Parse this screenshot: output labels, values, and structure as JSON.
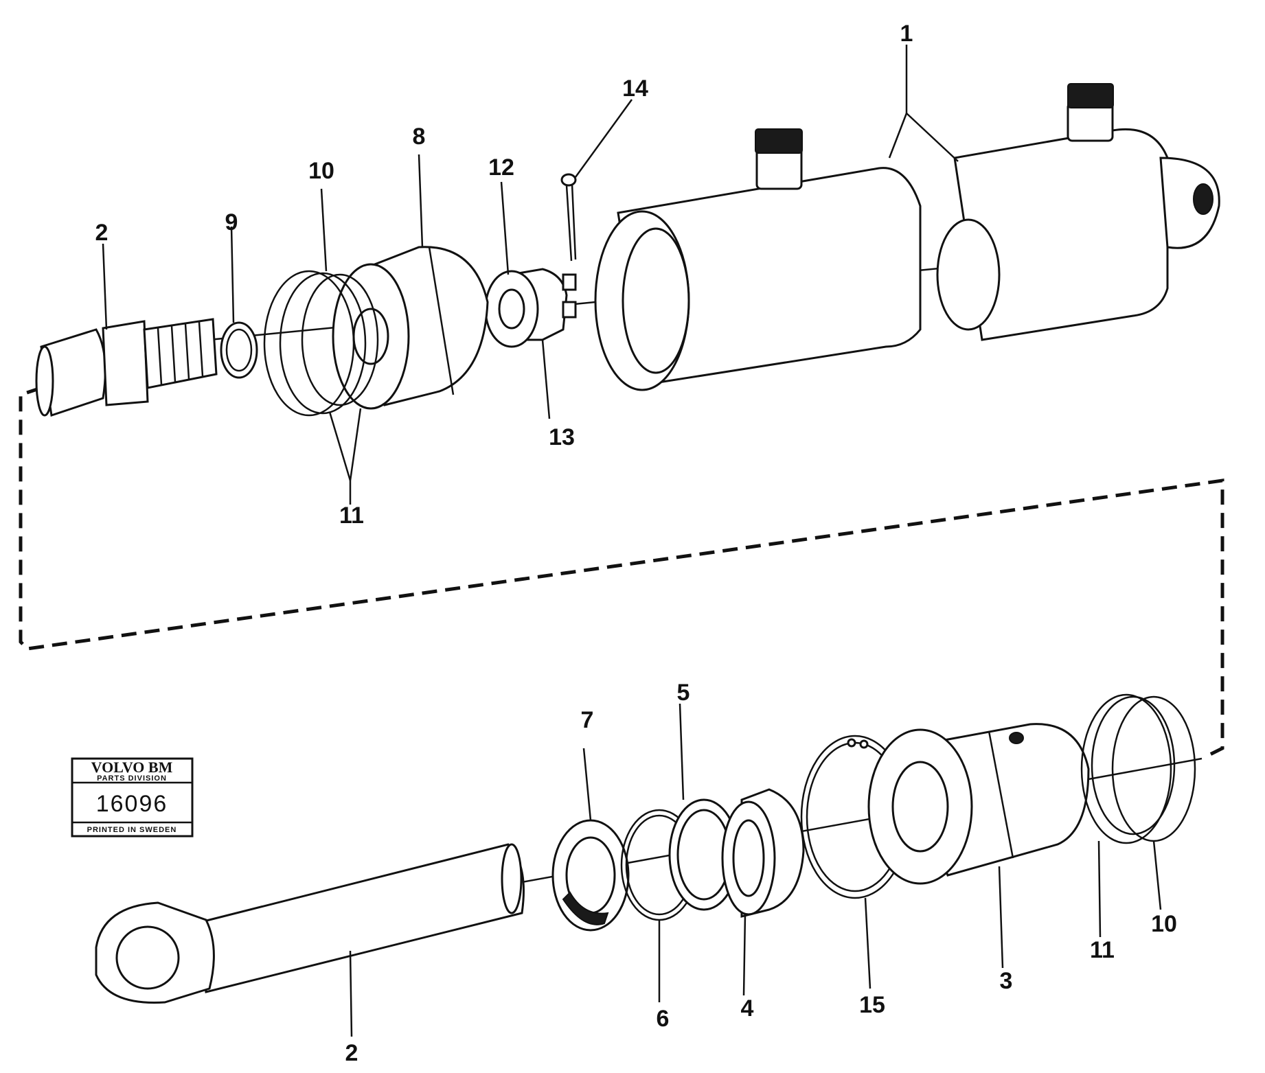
{
  "badge": {
    "brand": "VOLVO BM",
    "division": "PARTS DIVISION",
    "number": "16096",
    "footer": "PRINTED IN SWEDEN"
  },
  "callouts": {
    "c1": "1",
    "c2_top": "2",
    "c2_bottom": "2",
    "c3": "3",
    "c4": "4",
    "c5": "5",
    "c6": "6",
    "c7": "7",
    "c8": "8",
    "c9": "9",
    "c10_top": "10",
    "c10_bottom": "10",
    "c11_top": "11",
    "c11_bottom": "11",
    "c12": "12",
    "c13": "13",
    "c14": "14",
    "c15": "15"
  }
}
